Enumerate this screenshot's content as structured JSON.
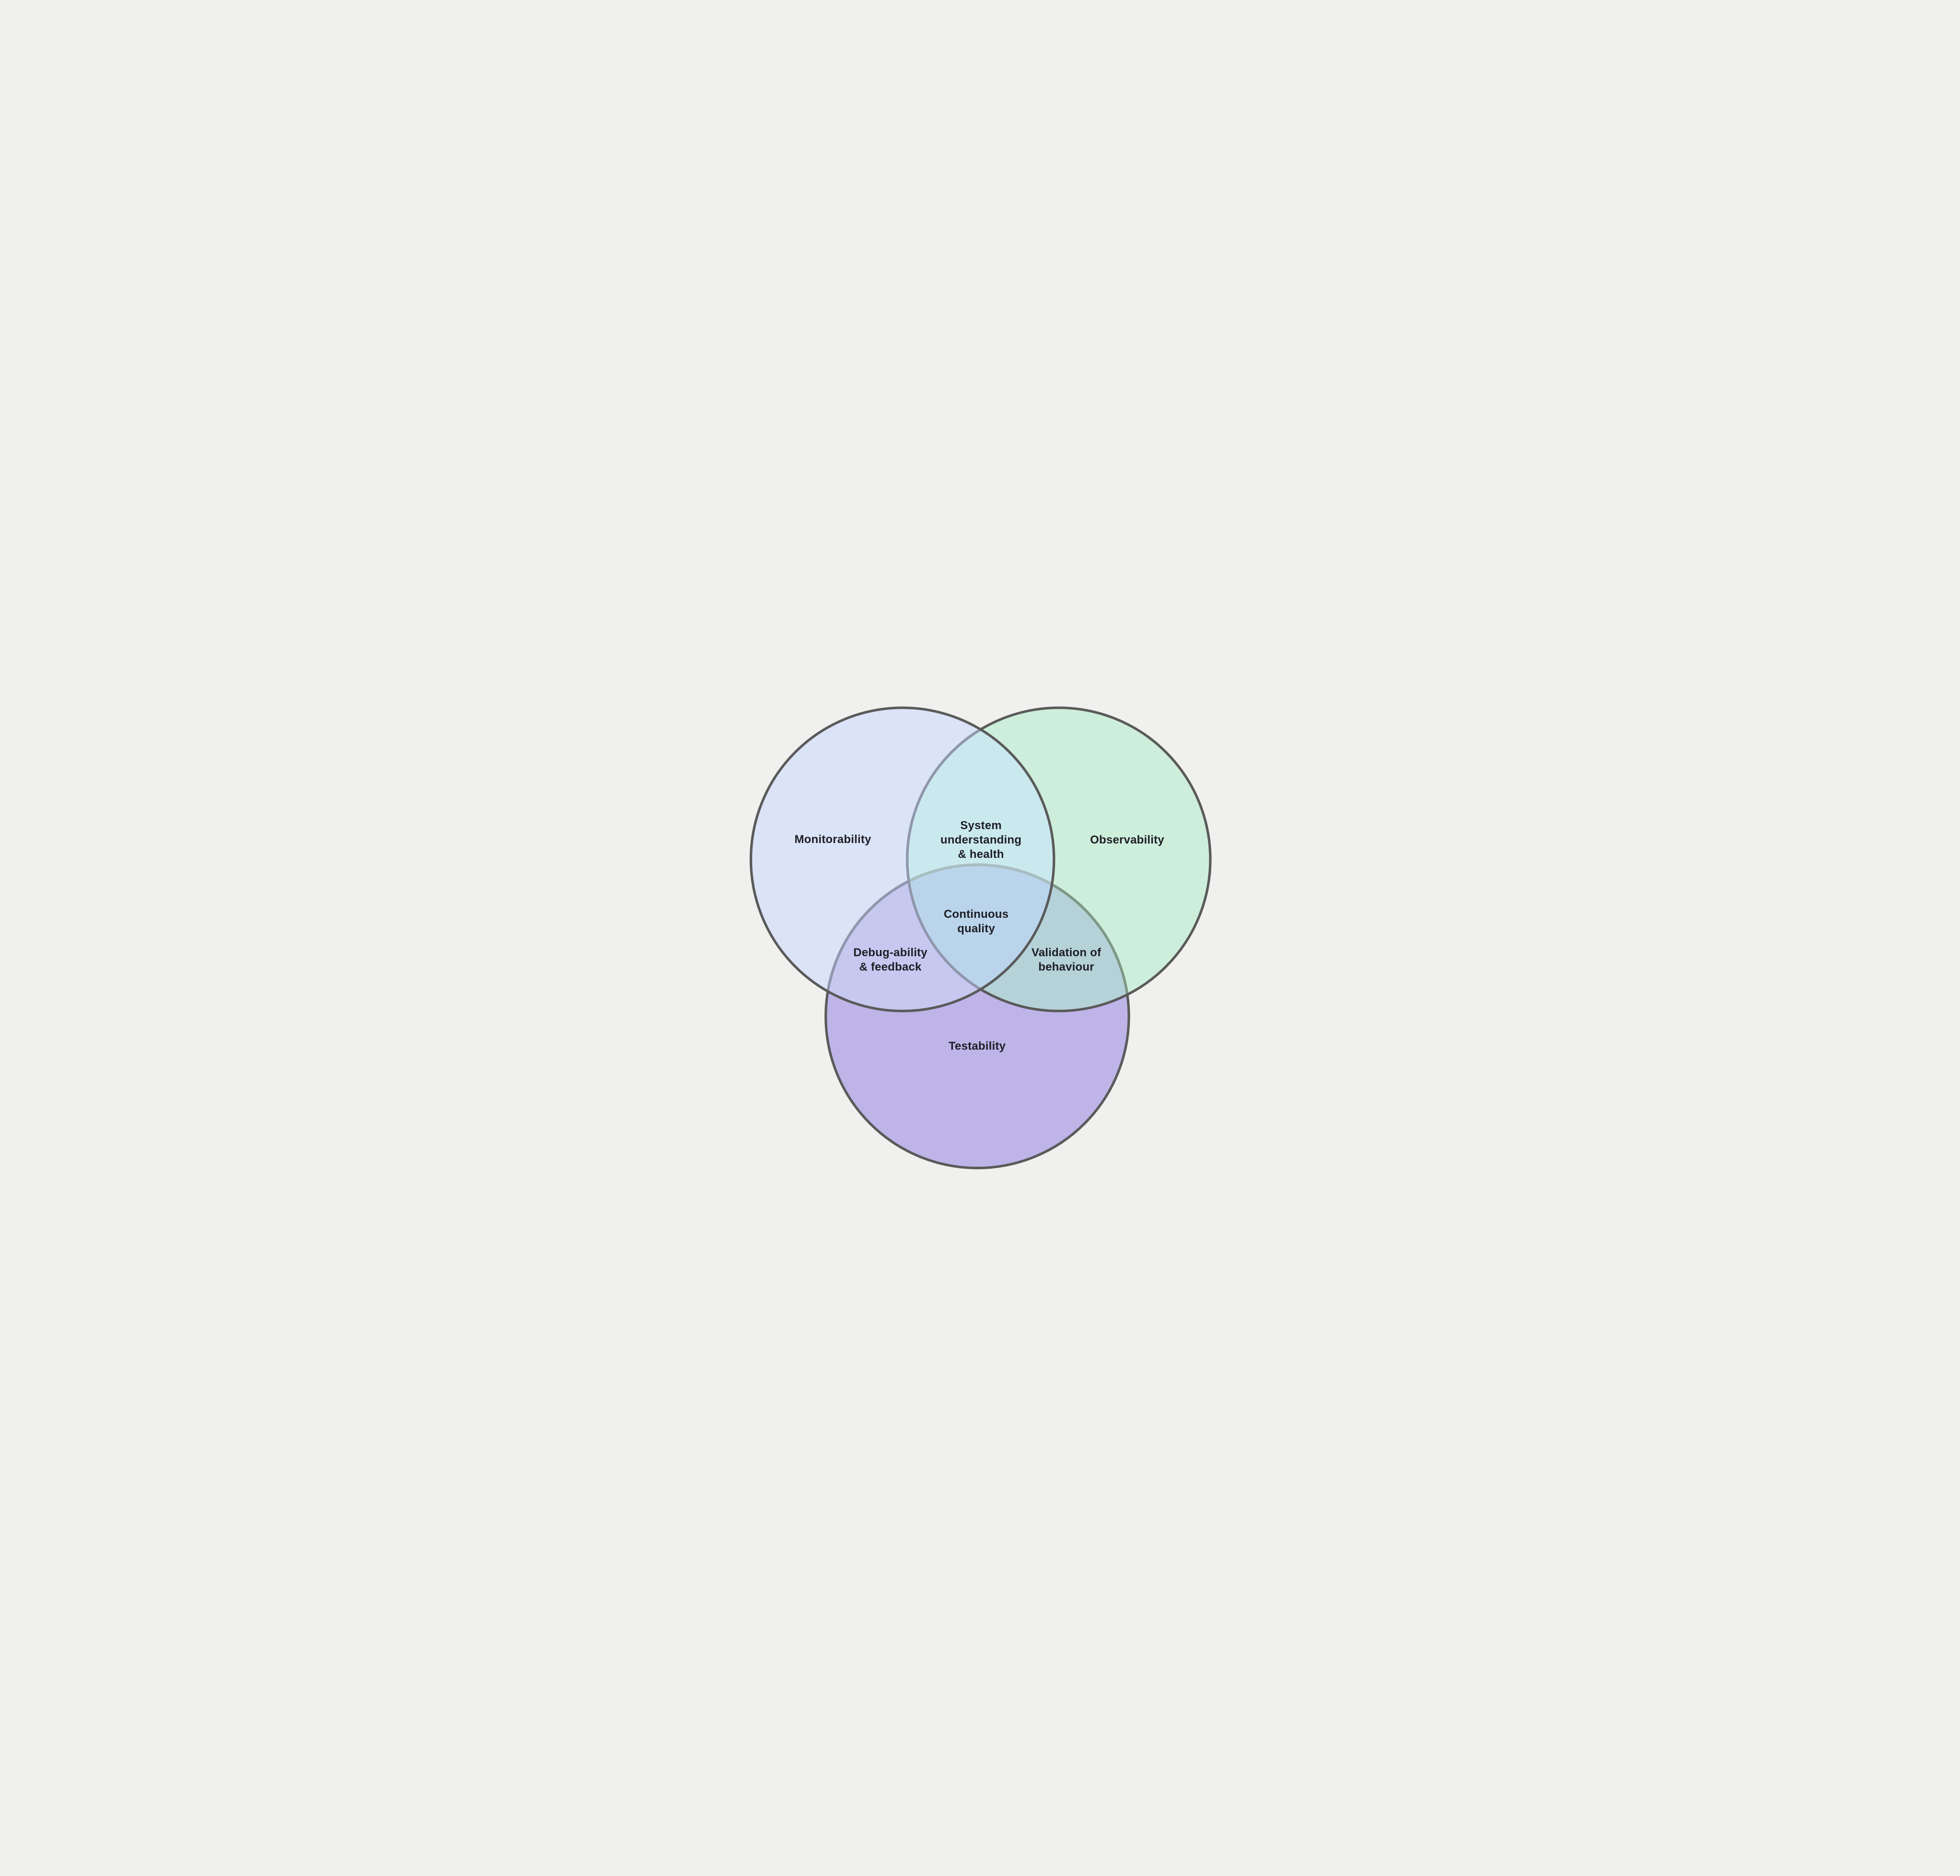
{
  "diagram": {
    "type": "venn-3-circle",
    "background_color": "#F0F0EE",
    "outline_color": "#5A5A5A",
    "label_color": "#1E1E26",
    "sets": [
      {
        "label": "Monitorability",
        "fill": "#DBE3F7"
      },
      {
        "label": "Observability",
        "fill": "#CDEEDA"
      },
      {
        "label": "Testability",
        "fill": "#BEB4E8"
      }
    ],
    "overlaps": [
      {
        "name": "monitorability-observability",
        "lines": [
          "System",
          "understanding",
          "& health"
        ],
        "fill": "#CAE9EE"
      },
      {
        "name": "monitorability-testability",
        "lines": [
          "Debug-ability",
          "& feedback"
        ],
        "fill": "#C6C8F0"
      },
      {
        "name": "observability-testability",
        "lines": [
          "Validation of",
          "behaviour"
        ],
        "fill": "#B5D2D8"
      },
      {
        "name": "all-three-center",
        "lines": [
          "Continuous",
          "quality"
        ],
        "fill": "#BAD5EB"
      }
    ],
    "stroke_tints": {
      "under_monitorability": "#8F97AC",
      "testability_under_observability": "#7F9885",
      "testability_under_monitorability_and_observability": "#A8BEC0"
    }
  }
}
